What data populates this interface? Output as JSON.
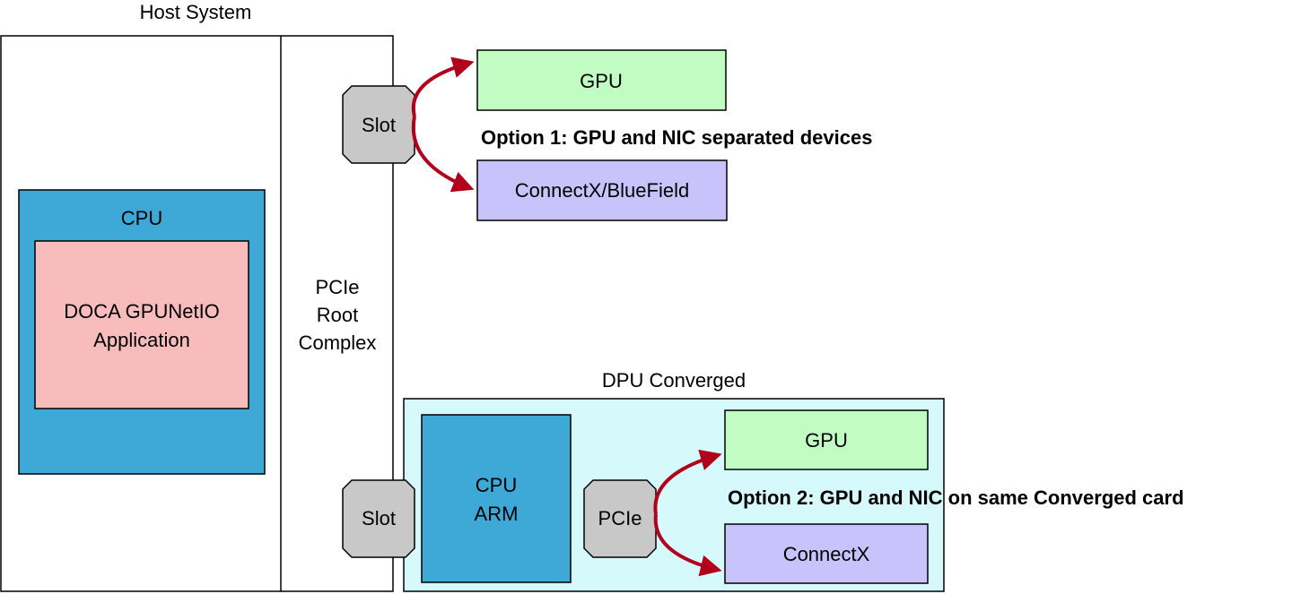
{
  "host_system": {
    "title": "Host System"
  },
  "cpu": {
    "label": "CPU",
    "fill": "#3ea8d6"
  },
  "app": {
    "line1": "DOCA GPUNetIO",
    "line2": "Application",
    "fill": "#f8bcbc"
  },
  "root_complex": {
    "line1": "PCIe",
    "line2": "Root",
    "line3": "Complex"
  },
  "slot_top": {
    "label": "Slot"
  },
  "slot_bottom": {
    "label": "Slot"
  },
  "option1": {
    "gpu_label": "GPU",
    "nic_label": "ConnectX/BlueField",
    "caption": "Option 1: GPU and NIC separated devices"
  },
  "dpu": {
    "title": "DPU Converged",
    "fill": "#d6fafc",
    "cpu_line1": "CPU",
    "cpu_line2": "ARM",
    "pcie_label": "PCIe",
    "gpu_label": "GPU",
    "nic_label": "ConnectX",
    "caption": "Option 2: GPU and NIC on same Converged card"
  },
  "colors": {
    "gpu_fill": "#c1fcc2",
    "nic_fill": "#c8c3fb",
    "slot_fill": "#c8c8c8",
    "arrow": "#b0001b"
  }
}
